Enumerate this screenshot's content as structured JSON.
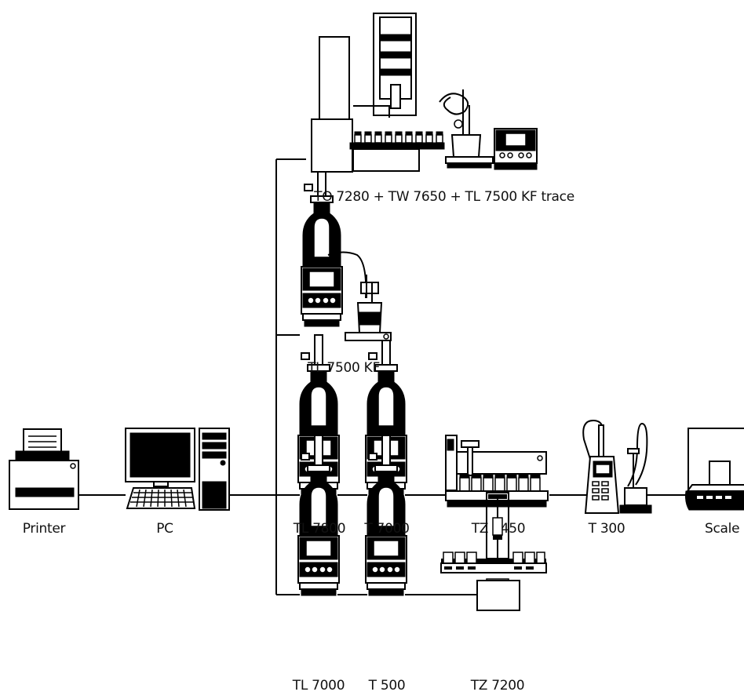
{
  "labels": {
    "printer": "Printer",
    "pc": "PC",
    "tl7800": "TL 7800",
    "t7000": "T 7000",
    "tz7450": "TZ 7450",
    "t300": "T 300",
    "scale": "Scale",
    "tl7500kf": "TL 7500 KF",
    "combo": "TO 7280 + TW 7650 + TL 7500 KF trace",
    "tl7000": "TL 7000",
    "t500": "T 500",
    "tz7200": "TZ 7200"
  },
  "icons": [
    "printer-icon",
    "pc-icon",
    "titrator-icon",
    "autosampler-icon",
    "ph-meter-icon",
    "scale-icon",
    "kf-titrator-icon",
    "oven-sampler-icon"
  ]
}
